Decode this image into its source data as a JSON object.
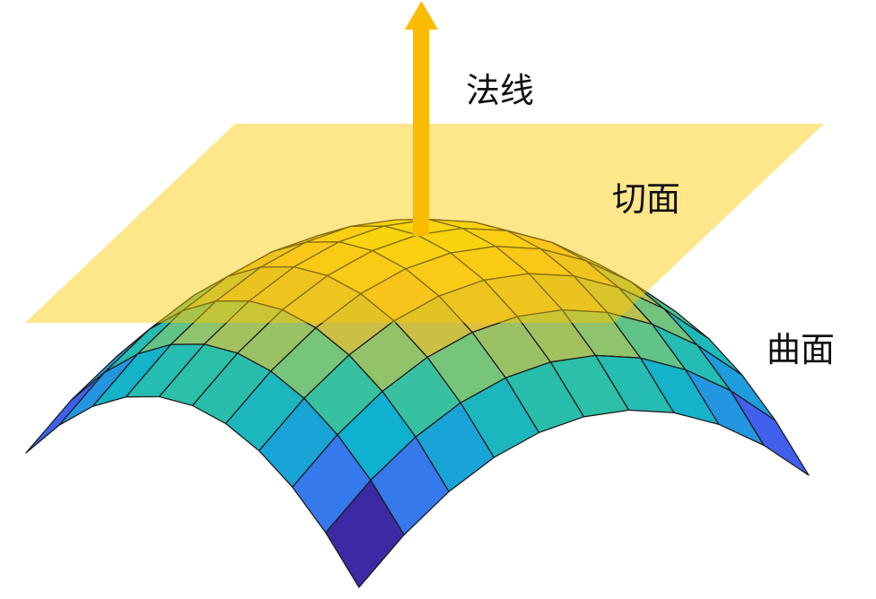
{
  "labels": {
    "normal": "法线",
    "tangent_plane": "切面",
    "surface": "曲面"
  },
  "colors": {
    "tangent_plane": "#fcc800",
    "normal_arrow": "#fbbb00",
    "mesh_edge": "#1d1d1d",
    "label_text": "#111111",
    "surface_colormap": [
      "#3c2aa4",
      "#4064f2",
      "#2a8fe6",
      "#0fb0d0",
      "#2cc0a8",
      "#7cc478",
      "#c8bf48",
      "#f6c030",
      "#f7e01a"
    ]
  }
}
